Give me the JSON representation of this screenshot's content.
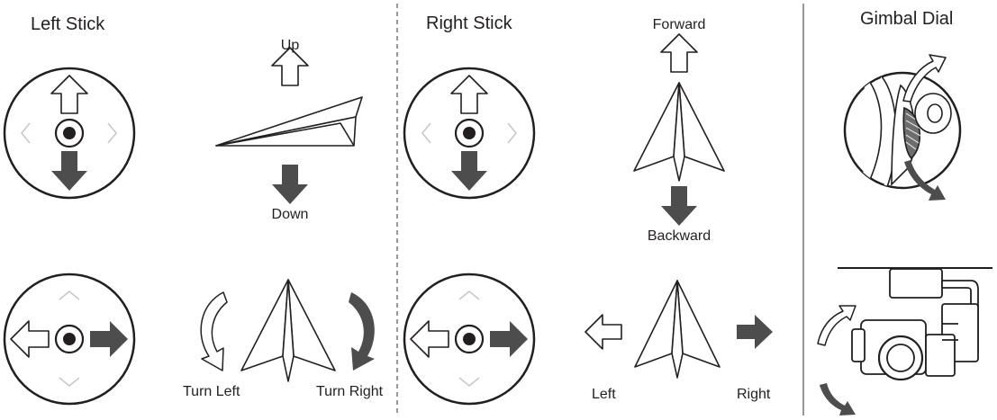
{
  "headings": {
    "left_stick": "Left Stick",
    "right_stick": "Right Stick",
    "gimbal_dial": "Gimbal Dial"
  },
  "labels": {
    "up": "Up",
    "down": "Down",
    "forward": "Forward",
    "backward": "Backward",
    "turn_left": "Turn Left",
    "turn_right": "Turn Right",
    "left": "Left",
    "right": "Right"
  },
  "colors": {
    "ink": "#231f20",
    "solid_arrow": "#4d4d4d",
    "faint_chevron": "#c8c8c8",
    "divider": "#555555"
  },
  "icons": [
    "joystick-icon",
    "hollow-arrow-icon",
    "solid-arrow-icon",
    "chevron-icon",
    "paper-plane-icon",
    "curved-arrow-icon",
    "gimbal-dial-icon",
    "gimbal-camera-icon"
  ]
}
